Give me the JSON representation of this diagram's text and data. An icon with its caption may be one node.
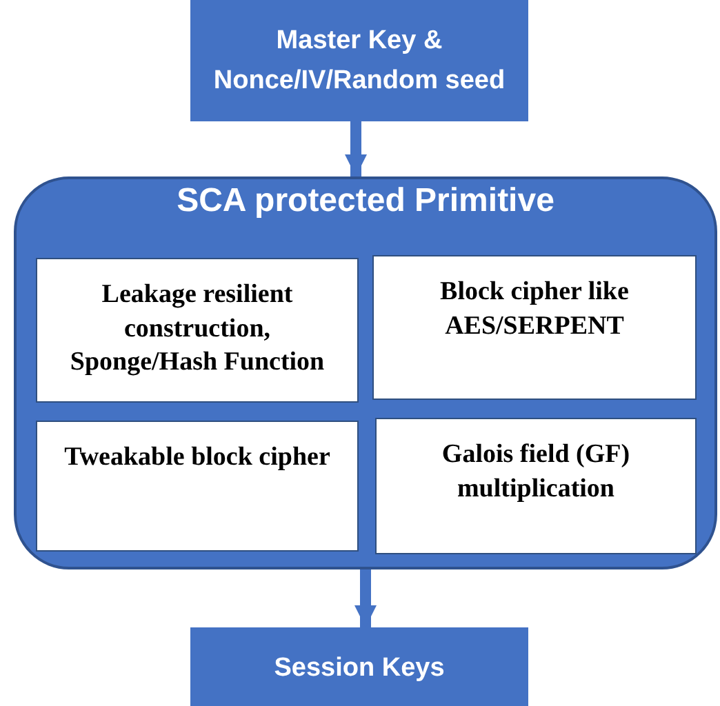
{
  "diagram": {
    "nodes": [
      {
        "text": [
          "Master Key & Nonce/IV/Random seed"
        ]
      },
      {
        "text": [
          "SCA protected Primitive"
        ]
      },
      {
        "text": [
          "Leakage resilient construction, Sponge/Hash Function"
        ],
        "in": 1
      },
      {
        "text": [
          "Block cipher like AES/SERPENT"
        ],
        "in": 1
      },
      {
        "text": [
          "Tweakable block cipher"
        ],
        "in": 1
      },
      {
        "text": [
          "Galois field (GF) multiplication"
        ],
        "in": 1
      },
      {
        "text": [
          "Session Keys"
        ]
      }
    ],
    "edges": [
      {
        "from": 0,
        "to": 1,
        "arrow": "to"
      },
      {
        "from": 1,
        "to": 6,
        "arrow": "to"
      }
    ]
  }
}
